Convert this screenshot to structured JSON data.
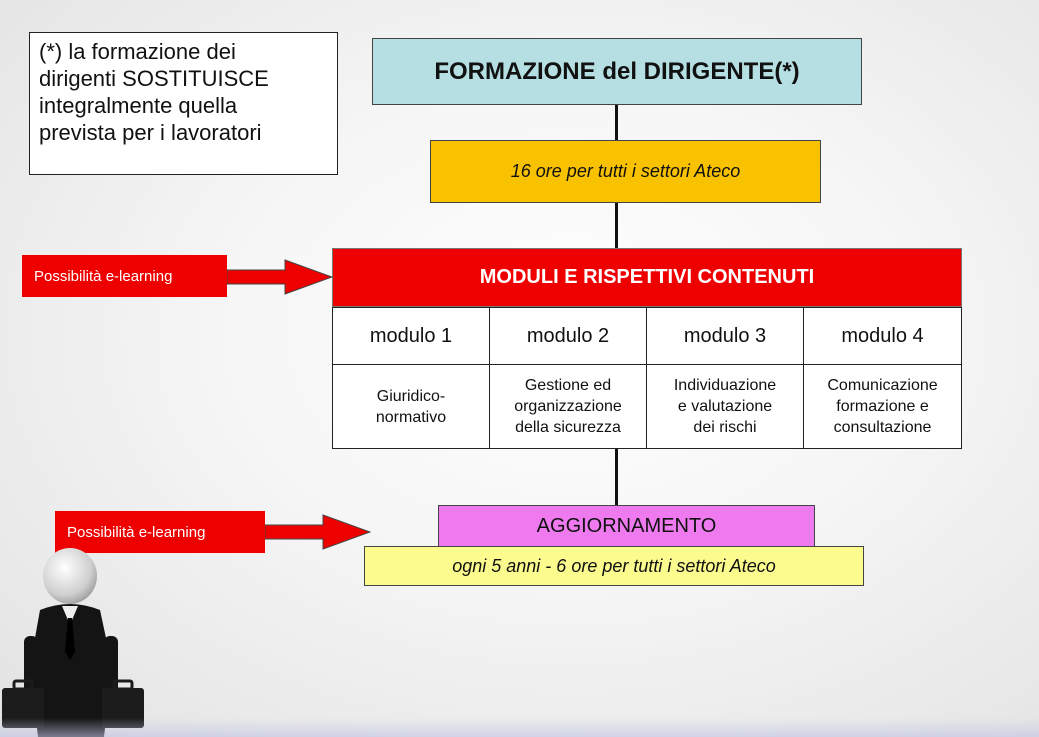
{
  "note": {
    "text": "(*) la formazione dei\ndirigenti SOSTITUISCE\nintegralmente quella\nprevista per i lavoratori"
  },
  "title": "FORMAZIONE del DIRIGENTE(*)",
  "hours": "16 ore per tutti i settori Ateco",
  "modules": {
    "header": "MODULI E RISPETTIVI CONTENUTI",
    "items": [
      {
        "name": "modulo 1",
        "content": "Giuridico-\nnormativo"
      },
      {
        "name": "modulo 2",
        "content": "Gestione ed\norganizzazione\ndella sicurezza"
      },
      {
        "name": "modulo 3",
        "content": "Individuazione\ne valutazione\ndei rischi"
      },
      {
        "name": "modulo 4",
        "content": "Comunicazione\nformazione e\nconsultazione"
      }
    ]
  },
  "update": {
    "title": "AGGIORNAMENTO",
    "detail": "ogni 5 anni - 6 ore per tutti i settori Ateco"
  },
  "elearning_labels": [
    "Possibilità e-learning",
    "Possibilità e-learning"
  ],
  "colors": {
    "title_box": "#b5dfe2",
    "hours_box": "#f9c200",
    "modules_header": "#ee0000",
    "update_box": "#ef7af0",
    "update_detail_box": "#fbfb8e",
    "elearning": "#ee0000"
  },
  "icons": [
    "arrow-right-icon",
    "businessman-icon"
  ]
}
